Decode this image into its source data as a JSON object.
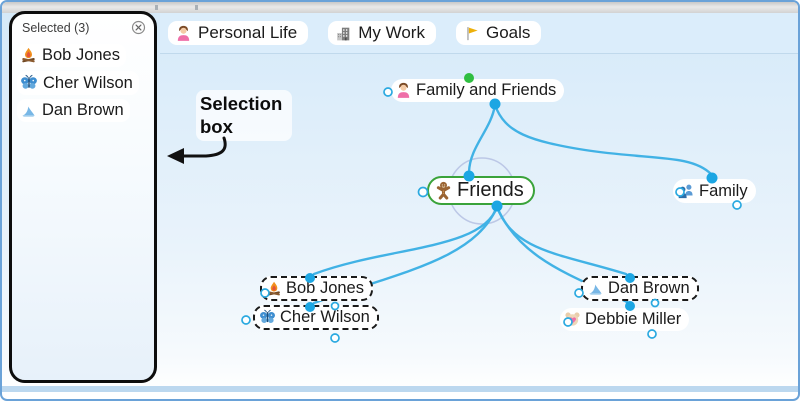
{
  "tabs": [
    {
      "label": "Personal Life",
      "icon": "person-icon"
    },
    {
      "label": "My Work",
      "icon": "building-icon"
    },
    {
      "label": "Goals",
      "icon": "flag-icon"
    }
  ],
  "selection_panel": {
    "title": "Selected (3)",
    "close": "close",
    "items": [
      {
        "label": "Bob Jones",
        "icon": "campfire-icon"
      },
      {
        "label": "Cher Wilson",
        "icon": "butterfly-icon"
      },
      {
        "label": "Dan Brown",
        "icon": "shark-fin-icon"
      }
    ]
  },
  "annotation": {
    "line1": "Selection",
    "line2": "box"
  },
  "mindmap": {
    "nodes": {
      "family_and_friends": {
        "label": "Family and Friends",
        "icon": "person-icon"
      },
      "friends": {
        "label": "Friends",
        "icon": "gingerbread-icon",
        "active": true
      },
      "family": {
        "label": "Family",
        "icon": "family-group-icon"
      },
      "bob_jones": {
        "label": "Bob Jones",
        "icon": "campfire-icon",
        "selected": true
      },
      "cher_wilson": {
        "label": "Cher Wilson",
        "icon": "butterfly-icon",
        "selected": true
      },
      "dan_brown": {
        "label": "Dan Brown",
        "icon": "shark-fin-icon",
        "selected": true
      },
      "debbie_miller": {
        "label": "Debbie Miller",
        "icon": "hamster-icon",
        "selected": false
      }
    }
  },
  "colors": {
    "link_line": "#41b2e5",
    "gate_filled": "#1ca6e3",
    "gate_hollow_stroke": "#2aa9e0",
    "active_indicator_green": "#2fbe41",
    "active_node_border": "#3aa33a",
    "selection_dash": "#1a1a1a",
    "window_border": "#6aa2d8"
  }
}
